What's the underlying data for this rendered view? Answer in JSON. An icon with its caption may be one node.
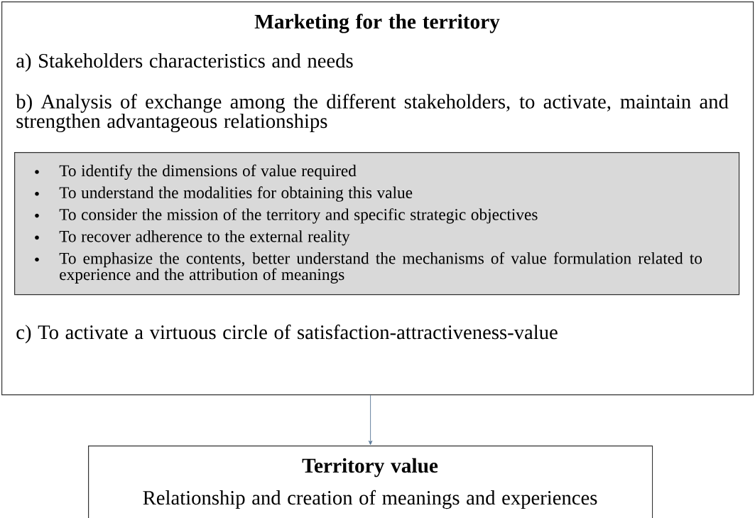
{
  "diagram": {
    "nodes": [
      {
        "text": [
          "Marketing for the territory",
          "a) Stakeholders characteristics and needs",
          "b) Analysis of exchange among the different stakeholders, to activate, maintain and strengthen advantageous relationships",
          "c) To activate a virtuous circle of satisfaction-attractiveness-value"
        ]
      },
      {
        "text": [
          "To identify the dimensions of value required",
          "To understand the modalities for obtaining this value",
          "To consider the mission of the territory and specific strategic objectives",
          "To recover adherence to the external reality",
          "To emphasize the contents, better understand the mechanisms of value formulation related to experience and the attribution of meanings"
        ],
        "in": 0
      },
      {
        "text": [
          "Territory value",
          "Relationship and creation of meanings and experiences"
        ]
      }
    ],
    "edges": [
      {
        "from": 0,
        "to": 2,
        "arrow": "to"
      }
    ]
  }
}
